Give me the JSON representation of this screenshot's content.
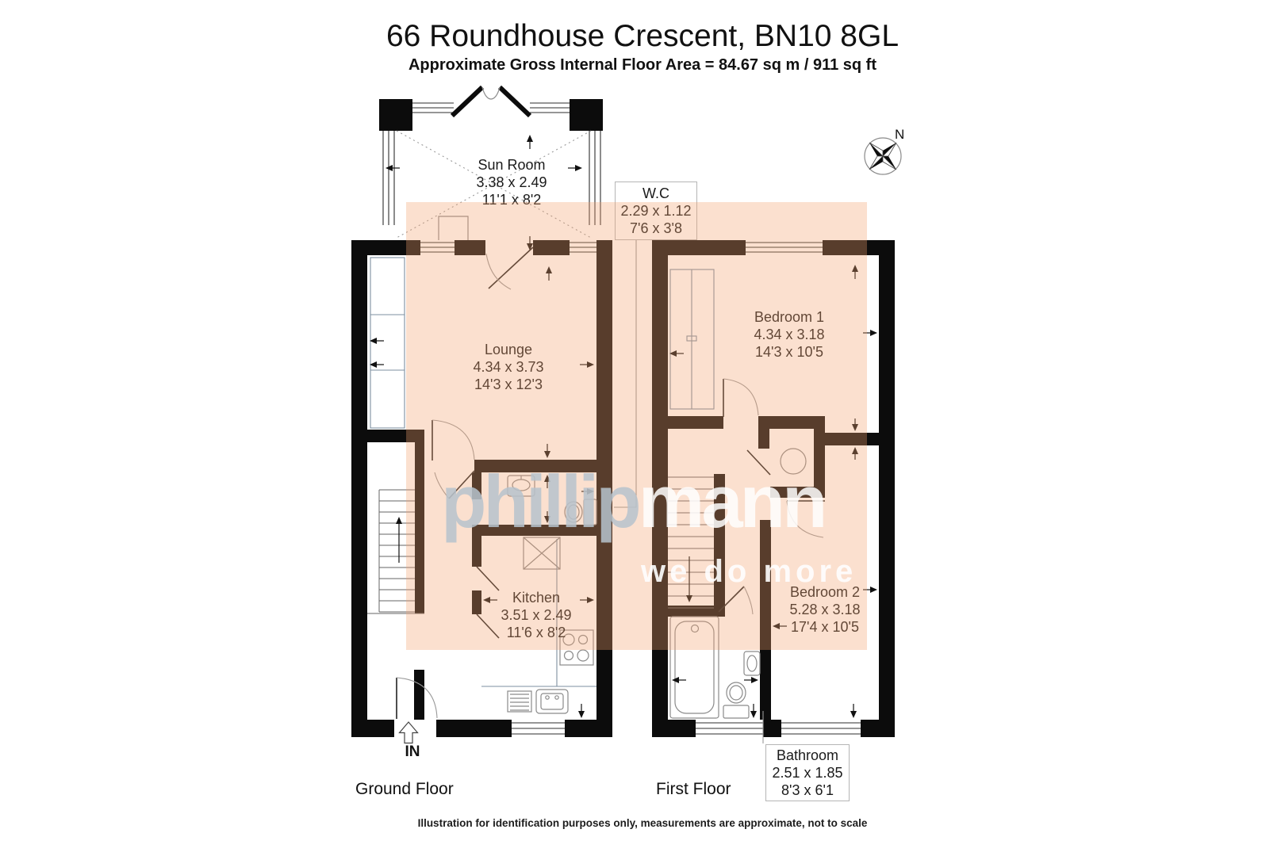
{
  "title": "66 Roundhouse Crescent, BN10 8GL",
  "subtitle": "Approximate Gross Internal Floor Area = 84.67 sq m / 911 sq ft",
  "compass": {
    "north_label": "N"
  },
  "rooms": {
    "sun_room": {
      "name": "Sun Room",
      "metric": "3.38 x 2.49",
      "imperial": "11'1 x 8'2"
    },
    "wc": {
      "name": "W.C",
      "metric": "2.29 x 1.12",
      "imperial": "7'6 x 3'8"
    },
    "lounge": {
      "name": "Lounge",
      "metric": "4.34 x 3.73",
      "imperial": "14'3 x 12'3"
    },
    "kitchen": {
      "name": "Kitchen",
      "metric": "3.51 x 2.49",
      "imperial": "11'6 x 8'2"
    },
    "bedroom1": {
      "name": "Bedroom 1",
      "metric": "4.34 x 3.18",
      "imperial": "14'3 x 10'5"
    },
    "bedroom2": {
      "name": "Bedroom 2",
      "metric": "5.28 x 3.18",
      "imperial": "17'4 x 10'5"
    },
    "bathroom": {
      "name": "Bathroom",
      "metric": "2.51 x 1.85",
      "imperial": "8'3 x 6'1"
    }
  },
  "entrance_label": "IN",
  "floor_labels": {
    "ground": "Ground Floor",
    "first": "First Floor"
  },
  "watermark": {
    "brand_light": "phillip",
    "brand_white": "mann",
    "tagline": "we do more"
  },
  "disclaimer": "Illustration for identification purposes only, measurements are approximate, not to scale",
  "colors": {
    "highlight": "#F4A26C",
    "wall": "#0C0C0C",
    "watermark_gray": "#B7C3CD"
  }
}
